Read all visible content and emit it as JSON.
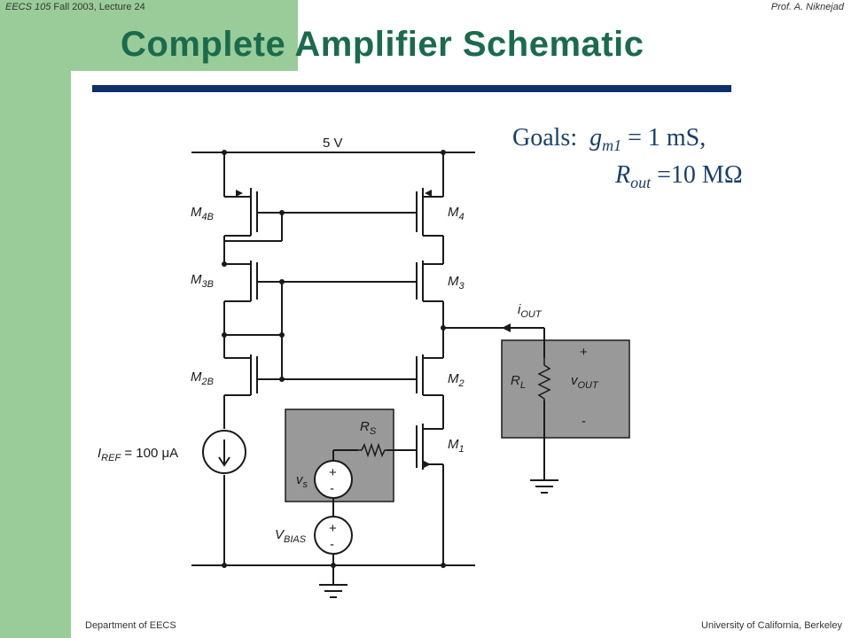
{
  "header": {
    "course_italic": "EECS 105",
    "course_rest": " Fall 2003, Lecture 24",
    "author": "Prof. A. Niknejad"
  },
  "title": "Complete Amplifier Schematic",
  "goals": {
    "label": "Goals:",
    "gm_symbol": "g",
    "gm_sub": "m1",
    "gm_value": " = 1 mS,",
    "rout_symbol": "R",
    "rout_sub": "out",
    "rout_value": " =10 MΩ"
  },
  "schematic": {
    "supply_label": "5 V",
    "m4b": "M",
    "m4b_sub": "4B",
    "m3b": "M",
    "m3b_sub": "3B",
    "m2b": "M",
    "m2b_sub": "2B",
    "m4": "M",
    "m4_sub": "4",
    "m3": "M",
    "m3_sub": "3",
    "m2": "M",
    "m2_sub": "2",
    "m1": "M",
    "m1_sub": "1",
    "iref": "I",
    "iref_sub": "REF",
    "iref_value": " = 100 μA",
    "rs": "R",
    "rs_sub": "S",
    "vs": "v",
    "vs_sub": "s",
    "vbias": "V",
    "vbias_sub": "BIAS",
    "iout": "i",
    "iout_sub": "OUT",
    "rl": "R",
    "rl_sub": "L",
    "vout": "v",
    "vout_sub": "OUT",
    "plus": "+",
    "minus": "-"
  },
  "footer": {
    "left": "Department of EECS",
    "right": "University of California, Berkeley"
  },
  "colors": {
    "green": "#99cc99",
    "title": "#1a6b4d",
    "rule": "#0d2f6b",
    "goals_text": "#1a3f6b",
    "source_box": "#999999"
  }
}
